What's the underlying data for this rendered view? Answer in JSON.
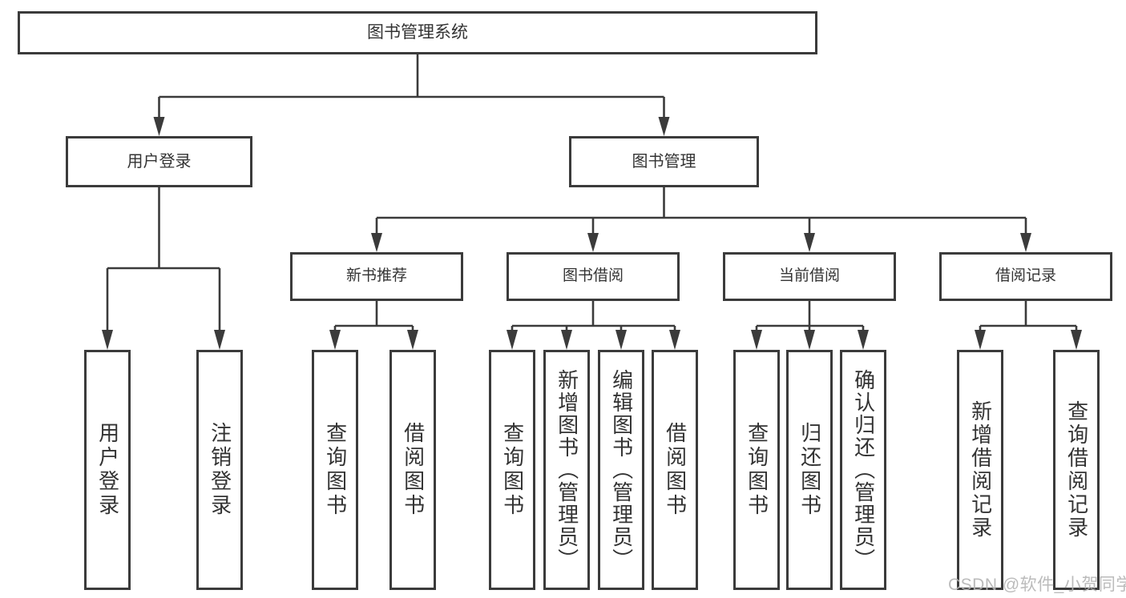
{
  "tree": {
    "label": "图书管理系统",
    "children": [
      {
        "label": "用户登录",
        "children": [
          {
            "label": "用户登录"
          },
          {
            "label": "注销登录"
          }
        ]
      },
      {
        "label": "图书管理",
        "children": [
          {
            "label": "新书推荐",
            "children": [
              {
                "label": "查询图书"
              },
              {
                "label": "借阅图书"
              }
            ]
          },
          {
            "label": "图书借阅",
            "children": [
              {
                "label": "查询图书"
              },
              {
                "label": "新增图书（管理员）"
              },
              {
                "label": "编辑图书（管理员）"
              },
              {
                "label": "借阅图书"
              }
            ]
          },
          {
            "label": "当前借阅",
            "children": [
              {
                "label": "查询图书"
              },
              {
                "label": "归还图书"
              },
              {
                "label": "确认归还（管理员）"
              }
            ]
          },
          {
            "label": "借阅记录",
            "children": [
              {
                "label": "新增借阅记录"
              },
              {
                "label": "查询借阅记录"
              }
            ]
          }
        ]
      }
    ]
  },
  "watermark": "CSDN @软件_小贺同学",
  "colors": {
    "line": "#3b3b3b",
    "text": "#333333",
    "watermark": "#b4b4b4",
    "background": "#ffffff"
  }
}
